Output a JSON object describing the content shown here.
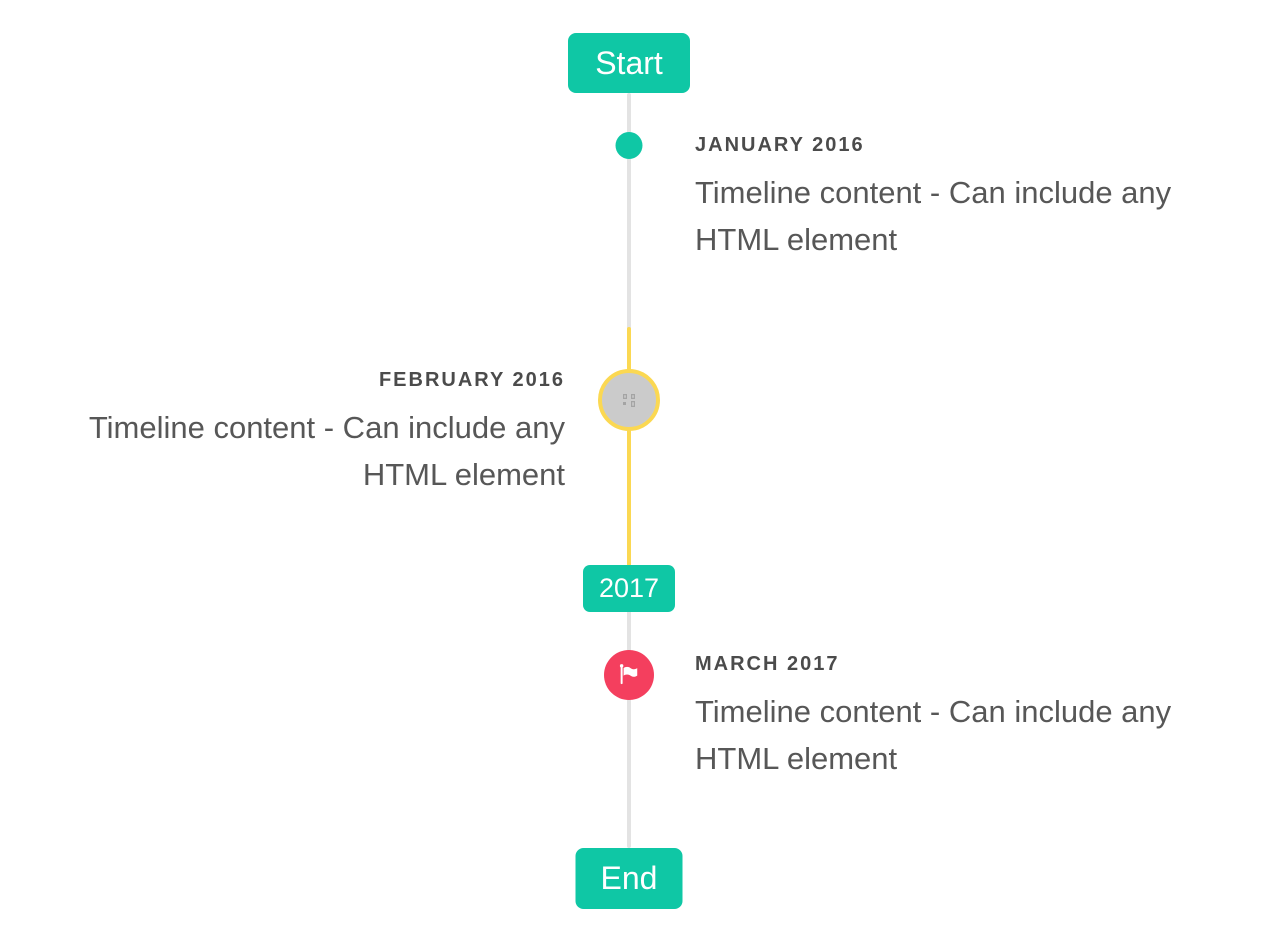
{
  "page": {
    "background": "#ffffff"
  },
  "colors": {
    "accent_teal": "#0fc7a5",
    "line_gray": "#e3e3e3",
    "highlight_yellow": "#fbd852",
    "marker_gray_fill": "#cbcbcb",
    "flag_red": "#f43f5e",
    "title_text": "#4b4b4b",
    "content_text": "#575757",
    "badge_text": "#ffffff"
  },
  "timeline": {
    "start_label": "Start",
    "year_label": "2017",
    "end_label": "End",
    "items": [
      {
        "title": "JANUARY 2016",
        "content": "Timeline content - Can include any HTML element",
        "side": "right",
        "marker": "teal-dot"
      },
      {
        "title": "FEBRUARY 2016",
        "content": "Timeline content - Can include any HTML element",
        "side": "left",
        "marker": "image-placeholder-circle-yellow-ring"
      },
      {
        "title": "MARCH 2017",
        "content": "Timeline content - Can include any HTML element",
        "side": "right",
        "marker": "red-flag-circle"
      }
    ]
  }
}
